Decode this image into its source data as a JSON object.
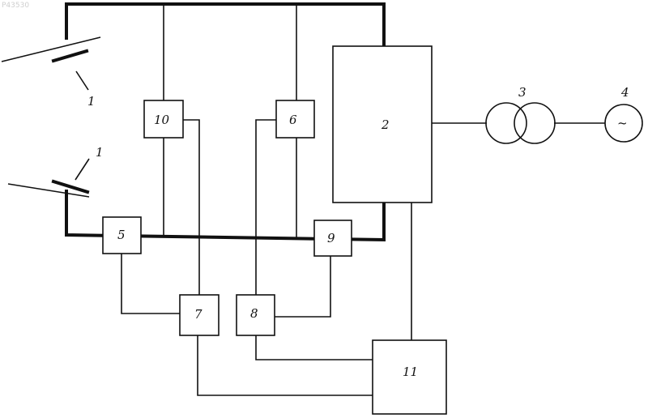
{
  "watermark": "P43530",
  "labels": {
    "antenna_top": "1",
    "antenna_bottom": "1",
    "block_2": "2",
    "transformer": "3",
    "generator": "4",
    "generator_symbol": "~",
    "block_5": "5",
    "block_6": "6",
    "block_7": "7",
    "block_8": "8",
    "block_9": "9",
    "block_10": "10",
    "block_11": "11"
  }
}
